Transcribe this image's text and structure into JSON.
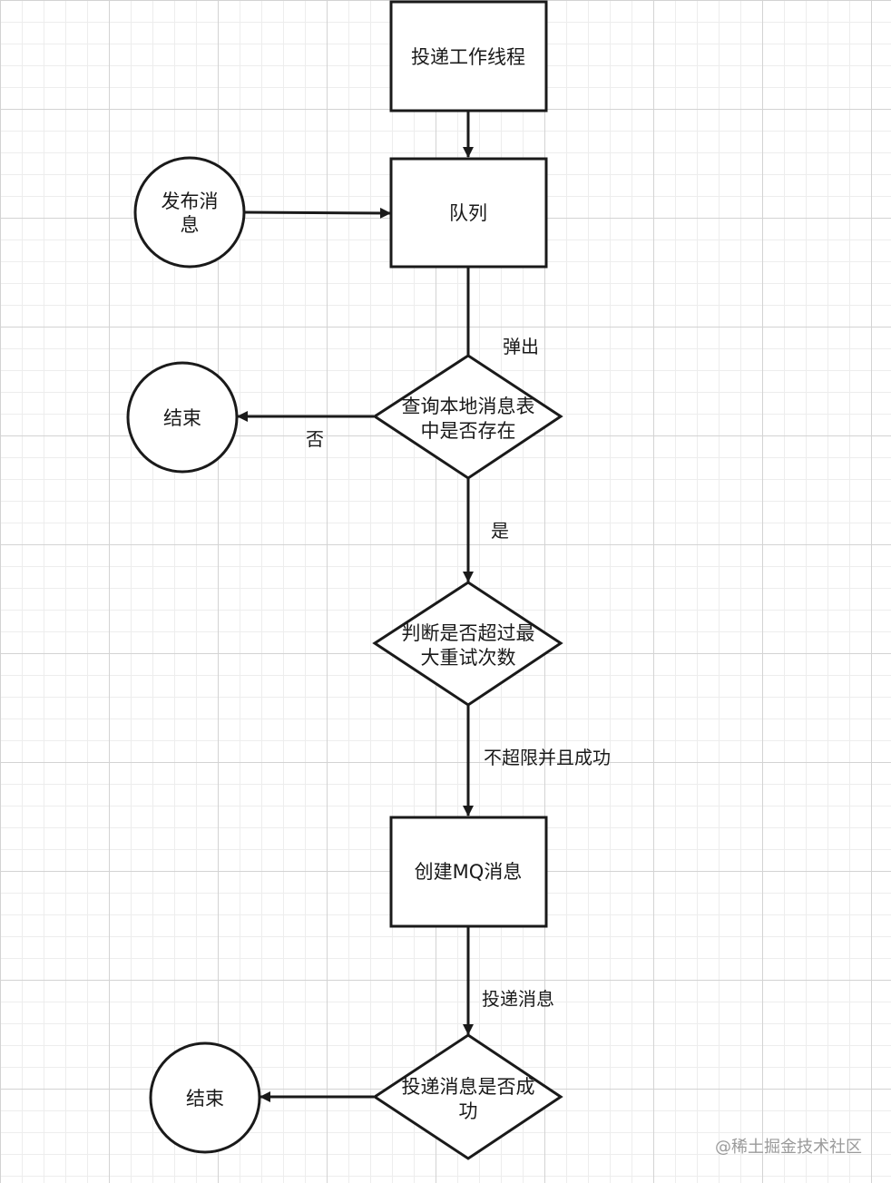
{
  "nodes": {
    "deliver_worker": {
      "label": "投递工作线程"
    },
    "publish_msg": {
      "lines": [
        "发布消",
        "息"
      ]
    },
    "queue": {
      "label": "队列"
    },
    "check_local_table": {
      "lines": [
        "查询本地消息表",
        "中是否存在"
      ]
    },
    "end_top": {
      "label": "结束"
    },
    "check_max_retry": {
      "lines": [
        "判断是否超过最",
        "大重试次数"
      ]
    },
    "create_mq_msg": {
      "label": "创建MQ消息"
    },
    "check_deliver_ok": {
      "lines": [
        "投递消息是否成",
        "功"
      ]
    },
    "end_bottom": {
      "label": "结束"
    }
  },
  "edges": {
    "pop": "弹出",
    "no": "否",
    "yes": "是",
    "not_exceeded_and_ok": "不超限并且成功",
    "deliver_msg": "投递消息"
  },
  "watermark": "@稀土掘金技术社区",
  "colors": {
    "stroke": "#1a1a1a",
    "grid_major": "#d3d3d3",
    "grid_minor": "#ededed",
    "watermark": "#9a9a9a"
  }
}
